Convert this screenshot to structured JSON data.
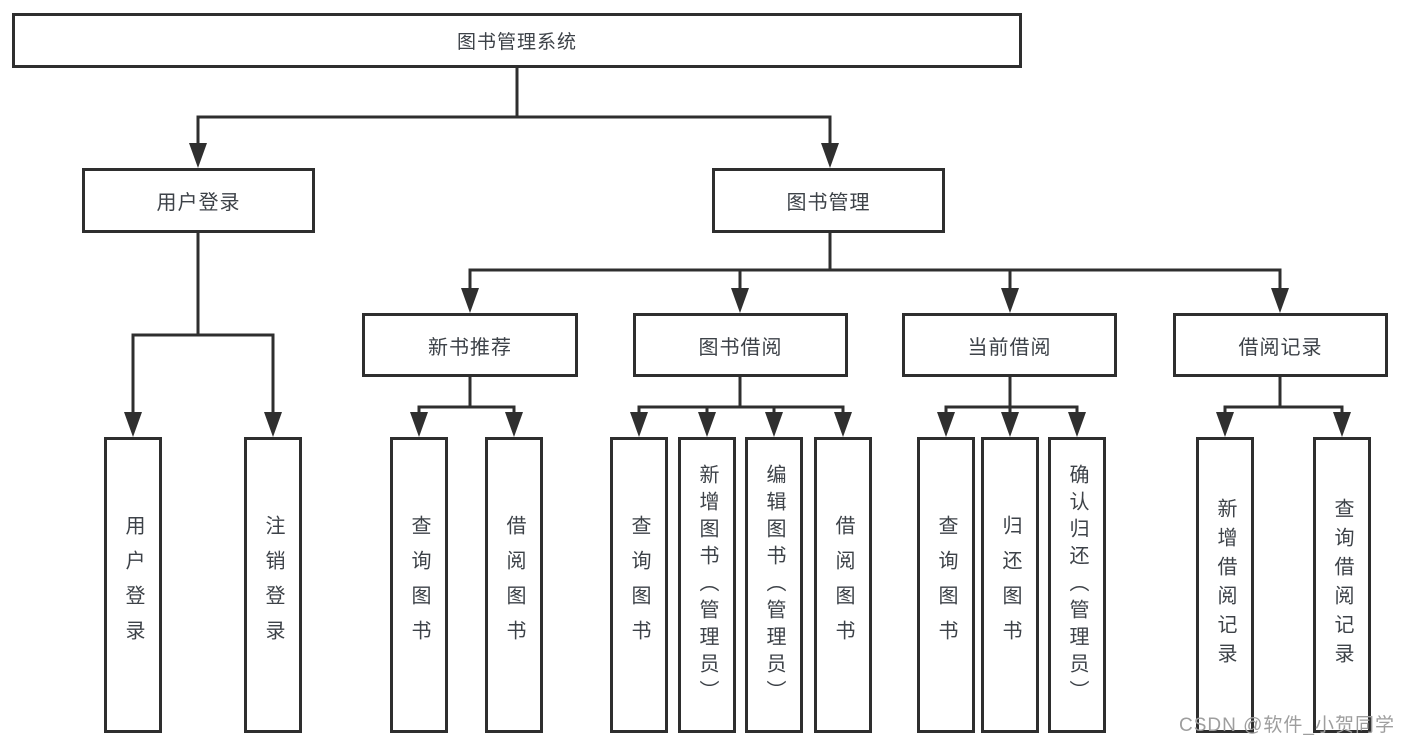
{
  "tree": {
    "root": {
      "label": "图书管理系统"
    },
    "branches": [
      {
        "label": "用户登录",
        "children": [
          {
            "label": "用户登录"
          },
          {
            "label": "注销登录"
          }
        ]
      },
      {
        "label": "图书管理",
        "children": [
          {
            "label": "新书推荐",
            "children": [
              {
                "label": "查询图书"
              },
              {
                "label": "借阅图书"
              }
            ]
          },
          {
            "label": "图书借阅",
            "children": [
              {
                "label": "查询图书"
              },
              {
                "label": "新增图书（管理员）"
              },
              {
                "label": "编辑图书（管理员）"
              },
              {
                "label": "借阅图书"
              }
            ]
          },
          {
            "label": "当前借阅",
            "children": [
              {
                "label": "查询图书"
              },
              {
                "label": "归还图书"
              },
              {
                "label": "确认归还（管理员）"
              }
            ]
          },
          {
            "label": "借阅记录",
            "children": [
              {
                "label": "新增借阅记录"
              },
              {
                "label": "查询借阅记录"
              }
            ]
          }
        ]
      }
    ]
  },
  "watermark": {
    "text": "CSDN @软件_小贺同学"
  },
  "colors": {
    "line": "#2f2f2f",
    "border": "#2e2e2e",
    "text": "#3d4248",
    "watermark": "#9e9e9e",
    "background": "#ffffff"
  }
}
